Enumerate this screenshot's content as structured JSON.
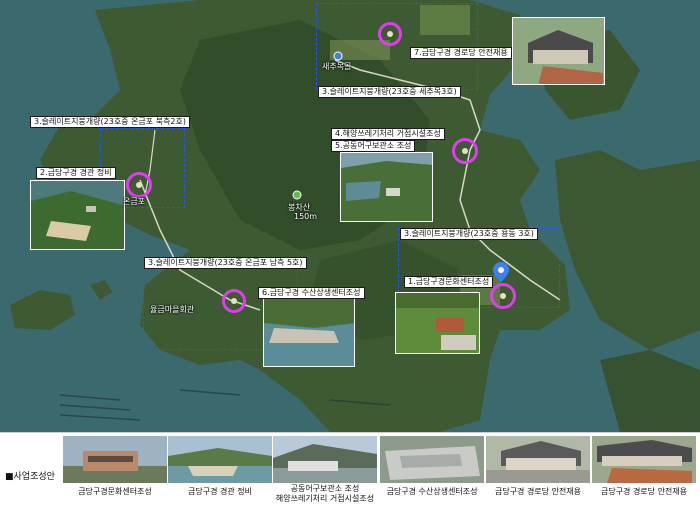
{
  "map": {
    "site_labels": [
      "3.슬레이트지붕개량(23호중 온금포 북측2호)",
      "2.금당구경 경관 정비",
      "3.슬레이트지붕개량(23호중 세추목3호)",
      "7.금당구경 경로당 안전재용",
      "4.해양쓰레기처리 거점시설조성",
      "5.공동어구보관소 조성",
      "3.슬레이트지붕개량(23호중 용동 3호)",
      "1.금당구경문화센터조성",
      "3.슬레이트지붕개량(23호중 온금포 남측 5호)",
      "6.금당구경 수산상생센터조성"
    ],
    "place_names": {
      "village_north": "새추목골",
      "village_west": "온금포",
      "hall": "율금마을회관",
      "peak_name": "봉차산",
      "peak_elevation": "150m"
    }
  },
  "strip": {
    "title": "■사업조성안",
    "items": [
      {
        "caption": "금당구경문화센터조성"
      },
      {
        "caption": "금당구경 경관 정비"
      },
      {
        "caption_line1": "공동어구보관소 조성",
        "caption_line2": "해양쓰레기처리 거점시설조성"
      },
      {
        "caption": "금당구경 수산상생센터조성"
      },
      {
        "caption": "금당구경 경로당 안전재용"
      },
      {
        "caption": "금당구경 경로당 안전재용"
      }
    ]
  },
  "colors": {
    "sea": "#3f6f72",
    "land": "#3d5a33",
    "marker_ring": "#e03cf0",
    "boundary": "#2255ff",
    "road": "#d8d8c8"
  },
  "icons": [
    "map-pin-icon",
    "mountain-peak-icon",
    "village-marker-icon"
  ]
}
